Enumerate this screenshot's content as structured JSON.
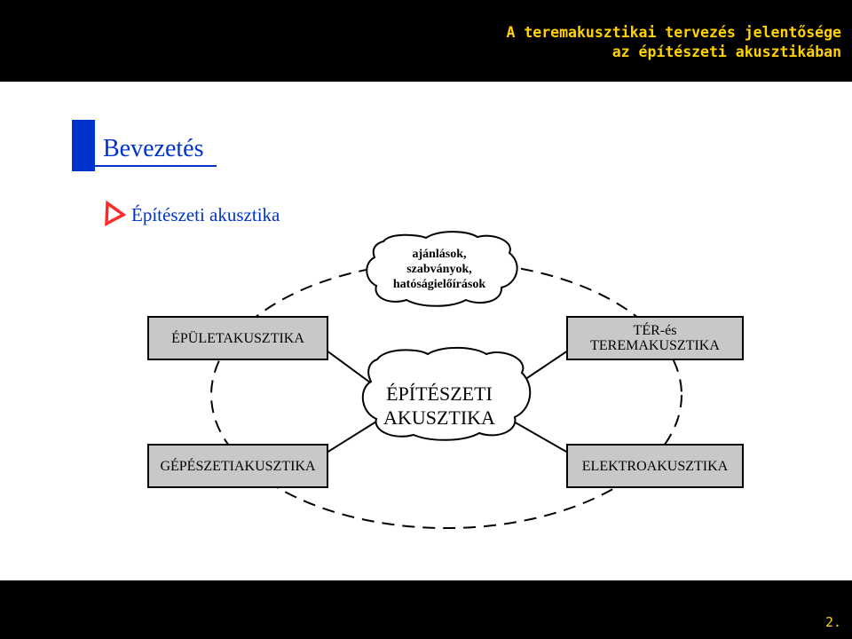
{
  "header": {
    "title_line1": "A teremakusztikai tervezés jelentősége",
    "title_line2": "az építészeti akusztikában",
    "bar_color": "#000000",
    "text_color": "#ffd200"
  },
  "section": {
    "title": "Bevezetés",
    "accent_color": "#0033cc",
    "bullet_icon": "triangle-outline-icon",
    "bullet_text": "Építészeti akusztika"
  },
  "diagram": {
    "top_cloud": "ajánlások,\nszabványok,\nhatóságielőírások",
    "center_cloud": "ÉPÍTÉSZETI\nAKUSZTIKA",
    "boxes": {
      "top_left": "ÉPÜLETAKUSZTIKA",
      "top_right": "TÉR-és\nTEREMAKUSZTIKA",
      "bottom_left": "GÉPÉSZETIAKUSZTIKA",
      "bottom_right": "ELEKTROAKUSZTIKA"
    },
    "box_fill": "#c8c8c8"
  },
  "footer": {
    "page_number": "2."
  }
}
